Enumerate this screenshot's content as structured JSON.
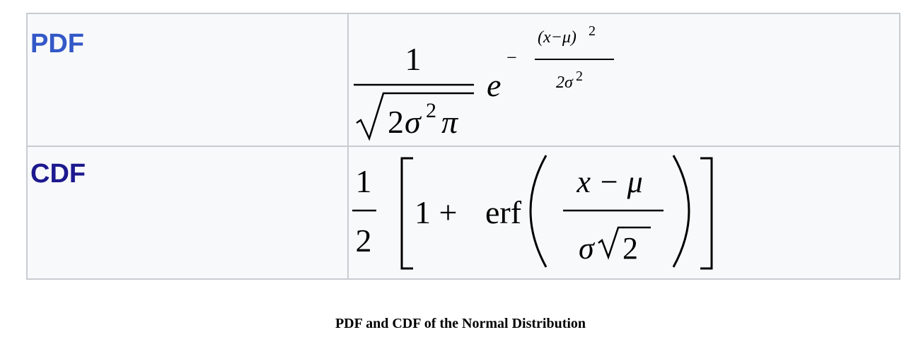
{
  "table": {
    "rows": [
      {
        "label": "PDF",
        "label_color": "#3358c7"
      },
      {
        "label": "CDF",
        "label_color": "#1d1a8f"
      }
    ],
    "border_color": "#c8ccd1",
    "background": "#f8f9fa"
  },
  "pdf_formula": {
    "numerator": "1",
    "radicand_coeff": "2",
    "sigma": "σ",
    "sq": "2",
    "pi": "π",
    "base": "e",
    "minus": "−",
    "exp_numerator": "(x−μ)",
    "exp_numerator_power": "2",
    "exp_denominator": "2σ",
    "exp_denominator_power": "2"
  },
  "cdf_formula": {
    "half_numerator": "1",
    "half_denominator": "2",
    "one_plus": "1 +",
    "erf": "erf",
    "inner_numerator": "x − μ",
    "inner_denominator_sigma": "σ",
    "inner_denominator_radicand": "2"
  },
  "caption": "PDF and CDF of the Normal Distribution"
}
